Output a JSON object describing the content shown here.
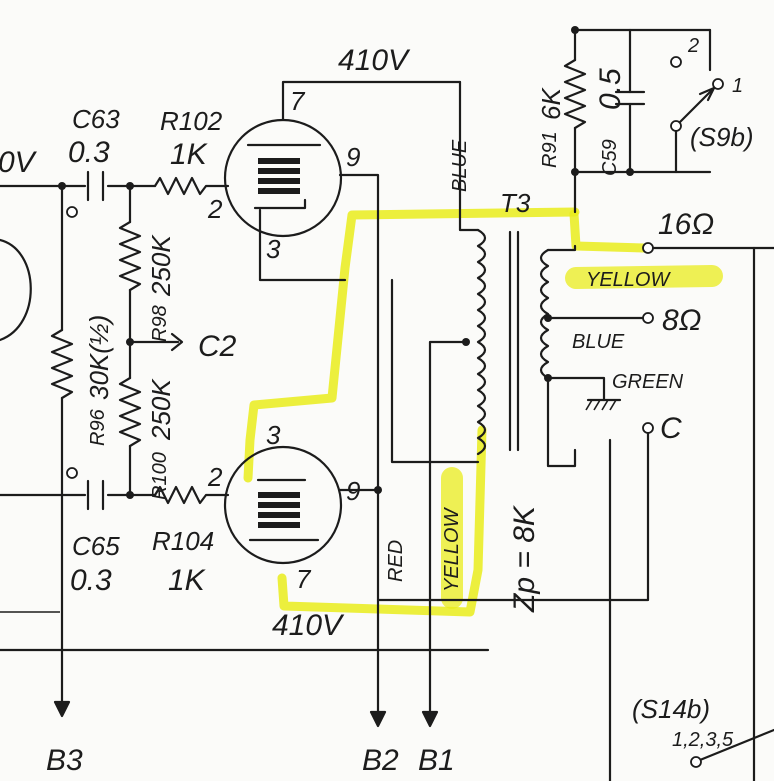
{
  "voltages": {
    "top": "410V",
    "bottom": "410V",
    "left_cut": "0V"
  },
  "capacitors": {
    "c63": {
      "name": "C63",
      "value": "0.3"
    },
    "c65": {
      "name": "C65",
      "value": "0.3"
    },
    "c59": {
      "name": "C59",
      "value": "0.5"
    }
  },
  "resistors": {
    "r102": {
      "name": "R102",
      "value": "1K"
    },
    "r104": {
      "name": "R104",
      "value": "1K"
    },
    "r98": {
      "name": "R98",
      "value": "250K"
    },
    "r100": {
      "name": "R100",
      "value": "250K"
    },
    "r96": {
      "name": "R96",
      "value": "30K(½)"
    },
    "r91": {
      "name": "R91",
      "value": "6K"
    }
  },
  "pins": {
    "upper": [
      "7",
      "9",
      "2",
      "3"
    ],
    "lower": [
      "3",
      "9",
      "2",
      "7"
    ]
  },
  "nodes": {
    "c2": "C2",
    "c": "C"
  },
  "transformer": {
    "name": "T3",
    "impedance": "Zp = 8K"
  },
  "wire_labels": {
    "blue_primary": "BLUE",
    "red": "RED",
    "yellow_primary": "YELLOW",
    "yellow_out": "YELLOW",
    "blue_out": "BLUE",
    "green_out": "GREEN"
  },
  "taps": {
    "t16": "16Ω",
    "t8": "8Ω"
  },
  "switches": {
    "s9b": {
      "name": "(S9b)",
      "pos1": "1",
      "pos2": "2"
    },
    "s14b": {
      "name": "(S14b)",
      "positions": "1,2,3,5"
    }
  },
  "buses": {
    "b3": "B3",
    "b2": "B2",
    "b1": "B1"
  },
  "colors": {
    "ink": "#1c1c1c",
    "highlight": "#e9ec1c",
    "paper": "#fbfbf9"
  }
}
